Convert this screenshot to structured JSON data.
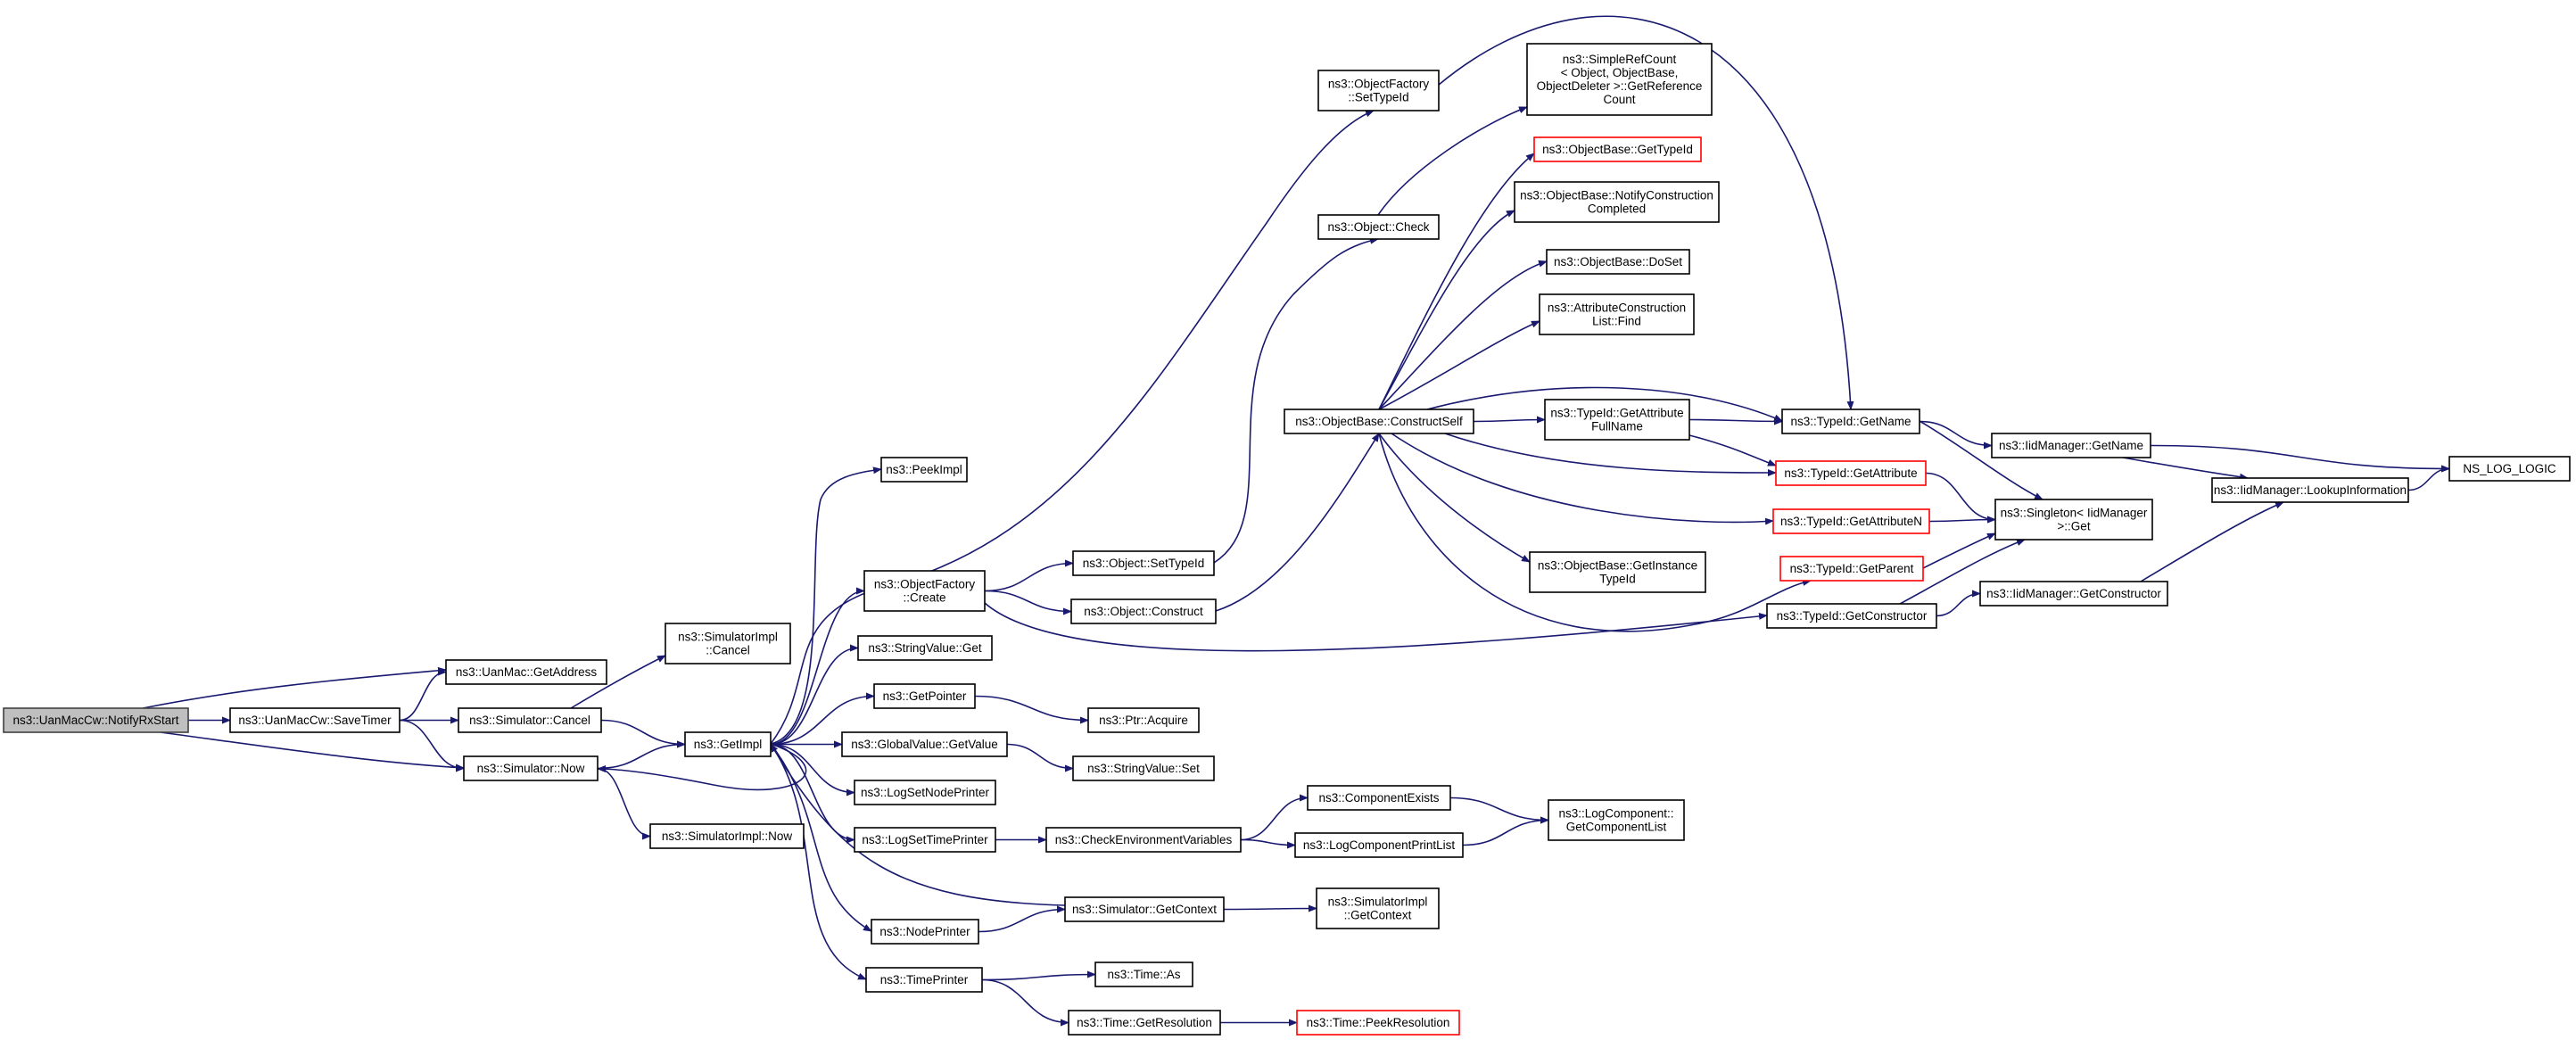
{
  "colors": {
    "edge": "#191970",
    "root_fill": "#bfbfbf",
    "link_border": "#000000",
    "undocumented_border": "#ff0000"
  },
  "nodes": {
    "notifyRxStart": {
      "lines": [
        "ns3::UanMacCw::NotifyRxStart"
      ],
      "style": "root"
    },
    "saveTimer": {
      "lines": [
        "ns3::UanMacCw::SaveTimer"
      ]
    },
    "getAddress": {
      "lines": [
        "ns3::UanMac::GetAddress"
      ]
    },
    "simImplCancel": {
      "lines": [
        "ns3::SimulatorImpl",
        "::Cancel"
      ]
    },
    "simCancel": {
      "lines": [
        "ns3::Simulator::Cancel"
      ]
    },
    "simNow": {
      "lines": [
        "ns3::Simulator::Now"
      ]
    },
    "simImplNow": {
      "lines": [
        "ns3::SimulatorImpl::Now"
      ]
    },
    "getImpl": {
      "lines": [
        "ns3::GetImpl"
      ]
    },
    "peekImpl": {
      "lines": [
        "ns3::PeekImpl"
      ]
    },
    "ofCreate": {
      "lines": [
        "ns3::ObjectFactory",
        "::Create"
      ]
    },
    "stringValueGet": {
      "lines": [
        "ns3::StringValue::Get"
      ]
    },
    "getPointer": {
      "lines": [
        "ns3::GetPointer"
      ]
    },
    "globalValueGetValue": {
      "lines": [
        "ns3::GlobalValue::GetValue"
      ]
    },
    "logSetNodePrinter": {
      "lines": [
        "ns3::LogSetNodePrinter"
      ]
    },
    "logSetTimePrinter": {
      "lines": [
        "ns3::LogSetTimePrinter"
      ]
    },
    "nodePrinter": {
      "lines": [
        "ns3::NodePrinter"
      ]
    },
    "timePrinter": {
      "lines": [
        "ns3::TimePrinter"
      ]
    },
    "ofSetTypeId": {
      "lines": [
        "ns3::ObjectFactory",
        "::SetTypeId"
      ]
    },
    "objectCheck": {
      "lines": [
        "ns3::Object::Check"
      ]
    },
    "objectSetTypeId": {
      "lines": [
        "ns3::Object::SetTypeId"
      ]
    },
    "objectConstruct": {
      "lines": [
        "ns3::Object::Construct"
      ]
    },
    "ptrAcquire": {
      "lines": [
        "ns3::Ptr::Acquire"
      ]
    },
    "stringValueSet": {
      "lines": [
        "ns3::StringValue::Set"
      ]
    },
    "checkEnv": {
      "lines": [
        "ns3::CheckEnvironmentVariables"
      ]
    },
    "simGetContext": {
      "lines": [
        "ns3::Simulator::GetContext"
      ]
    },
    "timeAs": {
      "lines": [
        "ns3::Time::As"
      ]
    },
    "timeGetResolution": {
      "lines": [
        "ns3::Time::GetResolution"
      ]
    },
    "constructSelf": {
      "lines": [
        "ns3::ObjectBase::ConstructSelf"
      ]
    },
    "componentExists": {
      "lines": [
        "ns3::ComponentExists"
      ]
    },
    "logComponentPrintList": {
      "lines": [
        "ns3::LogComponentPrintList"
      ]
    },
    "simImplGetContext": {
      "lines": [
        "ns3::SimulatorImpl",
        "::GetContext"
      ]
    },
    "timePeekResolution": {
      "lines": [
        "ns3::Time::PeekResolution"
      ],
      "style": "red"
    },
    "simpleRefCount": {
      "lines": [
        "ns3::SimpleRefCount",
        "< Object, ObjectBase,",
        "ObjectDeleter >::GetReference",
        "Count"
      ]
    },
    "obGetTypeId": {
      "lines": [
        "ns3::ObjectBase::GetTypeId"
      ],
      "style": "red"
    },
    "obNotifyConstruction": {
      "lines": [
        "ns3::ObjectBase::NotifyConstruction",
        "Completed"
      ]
    },
    "obDoSet": {
      "lines": [
        "ns3::ObjectBase::DoSet"
      ]
    },
    "aclFind": {
      "lines": [
        "ns3::AttributeConstruction",
        "List::Find"
      ]
    },
    "tidGetAttributeFullName": {
      "lines": [
        "ns3::TypeId::GetAttribute",
        "FullName"
      ]
    },
    "obGetInstanceTypeId": {
      "lines": [
        "ns3::ObjectBase::GetInstance",
        "TypeId"
      ]
    },
    "logComponentGetList": {
      "lines": [
        "ns3::LogComponent::",
        "GetComponentList"
      ]
    },
    "tidGetName": {
      "lines": [
        "ns3::TypeId::GetName"
      ]
    },
    "tidGetAttribute": {
      "lines": [
        "ns3::TypeId::GetAttribute"
      ],
      "style": "red"
    },
    "tidGetAttributeN": {
      "lines": [
        "ns3::TypeId::GetAttributeN"
      ],
      "style": "red"
    },
    "tidGetParent": {
      "lines": [
        "ns3::TypeId::GetParent"
      ],
      "style": "red"
    },
    "tidGetConstructor": {
      "lines": [
        "ns3::TypeId::GetConstructor"
      ]
    },
    "iidGetName": {
      "lines": [
        "ns3::IidManager::GetName"
      ]
    },
    "singletonGet": {
      "lines": [
        "ns3::Singleton< IidManager",
        ">::Get"
      ]
    },
    "iidGetConstructor": {
      "lines": [
        "ns3::IidManager::GetConstructor"
      ]
    },
    "iidLookup": {
      "lines": [
        "ns3::IidManager::LookupInformation"
      ]
    },
    "nsLogLogic": {
      "lines": [
        "NS_LOG_LOGIC"
      ]
    }
  },
  "edges": [
    [
      "notifyRxStart",
      "getAddress"
    ],
    [
      "notifyRxStart",
      "saveTimer"
    ],
    [
      "notifyRxStart",
      "simNow"
    ],
    [
      "saveTimer",
      "getAddress"
    ],
    [
      "saveTimer",
      "simCancel"
    ],
    [
      "saveTimer",
      "simNow"
    ],
    [
      "simCancel",
      "simImplCancel"
    ],
    [
      "simCancel",
      "getImpl"
    ],
    [
      "simNow",
      "getImpl"
    ],
    [
      "simNow",
      "simImplNow"
    ],
    [
      "getImpl",
      "peekImpl"
    ],
    [
      "getImpl",
      "ofCreate"
    ],
    [
      "getImpl",
      "ofSetTypeId"
    ],
    [
      "getImpl",
      "stringValueGet"
    ],
    [
      "getImpl",
      "getPointer"
    ],
    [
      "getImpl",
      "globalValueGetValue"
    ],
    [
      "getImpl",
      "logSetNodePrinter"
    ],
    [
      "getImpl",
      "logSetTimePrinter"
    ],
    [
      "getImpl",
      "nodePrinter"
    ],
    [
      "getImpl",
      "timePrinter"
    ],
    [
      "getImpl",
      "simNow"
    ],
    [
      "simGetContext",
      "getImpl"
    ],
    [
      "ofCreate",
      "objectSetTypeId"
    ],
    [
      "ofCreate",
      "objectConstruct"
    ],
    [
      "ofCreate",
      "tidGetConstructor"
    ],
    [
      "getPointer",
      "ptrAcquire"
    ],
    [
      "globalValueGetValue",
      "stringValueSet"
    ],
    [
      "logSetTimePrinter",
      "checkEnv"
    ],
    [
      "nodePrinter",
      "simGetContext"
    ],
    [
      "timePrinter",
      "timeAs"
    ],
    [
      "timePrinter",
      "timeGetResolution"
    ],
    [
      "objectSetTypeId",
      "objectCheck"
    ],
    [
      "objectConstruct",
      "constructSelf"
    ],
    [
      "objectCheck",
      "simpleRefCount"
    ],
    [
      "checkEnv",
      "componentExists"
    ],
    [
      "checkEnv",
      "logComponentPrintList"
    ],
    [
      "componentExists",
      "logComponentGetList"
    ],
    [
      "logComponentPrintList",
      "logComponentGetList"
    ],
    [
      "simGetContext",
      "simImplGetContext"
    ],
    [
      "timeGetResolution",
      "timePeekResolution"
    ],
    [
      "constructSelf",
      "obGetTypeId"
    ],
    [
      "constructSelf",
      "obNotifyConstruction"
    ],
    [
      "constructSelf",
      "obDoSet"
    ],
    [
      "constructSelf",
      "aclFind"
    ],
    [
      "constructSelf",
      "tidGetAttributeFullName"
    ],
    [
      "constructSelf",
      "tidGetName"
    ],
    [
      "constructSelf",
      "tidGetAttribute"
    ],
    [
      "constructSelf",
      "tidGetAttributeN"
    ],
    [
      "constructSelf",
      "obGetInstanceTypeId"
    ],
    [
      "constructSelf",
      "tidGetParent"
    ],
    [
      "ofSetTypeId",
      "tidGetName"
    ],
    [
      "tidGetAttributeFullName",
      "tidGetName"
    ],
    [
      "tidGetAttributeFullName",
      "tidGetAttribute"
    ],
    [
      "tidGetName",
      "iidGetName"
    ],
    [
      "tidGetName",
      "singletonGet"
    ],
    [
      "tidGetAttribute",
      "singletonGet"
    ],
    [
      "tidGetAttributeN",
      "singletonGet"
    ],
    [
      "tidGetParent",
      "singletonGet"
    ],
    [
      "tidGetConstructor",
      "singletonGet"
    ],
    [
      "tidGetConstructor",
      "iidGetConstructor"
    ],
    [
      "iidGetName",
      "iidLookup"
    ],
    [
      "iidGetName",
      "nsLogLogic"
    ],
    [
      "iidGetConstructor",
      "iidLookup"
    ],
    [
      "iidLookup",
      "nsLogLogic"
    ]
  ]
}
